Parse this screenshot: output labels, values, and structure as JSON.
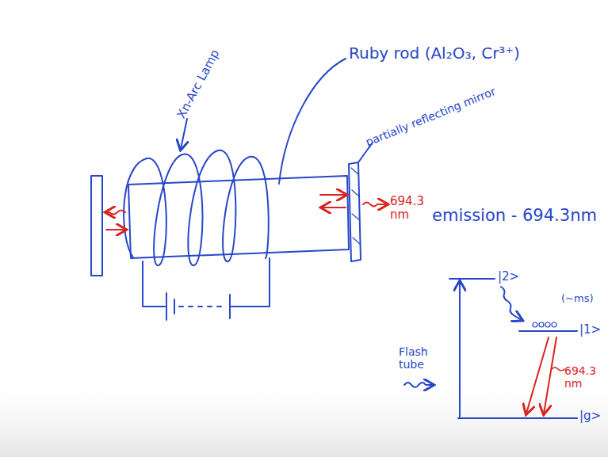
{
  "diagram": {
    "labels": [
      "Xn-Arc Lamp",
      "Ruby rod (Al₂O₃, Cr³⁺)",
      "partially reflecting mirror",
      "694.3 nm",
      "emission - 694.3nm",
      "|2>",
      "|1>",
      "(~ms)",
      "Flash tube",
      "694.3 nm",
      "|g>"
    ]
  }
}
